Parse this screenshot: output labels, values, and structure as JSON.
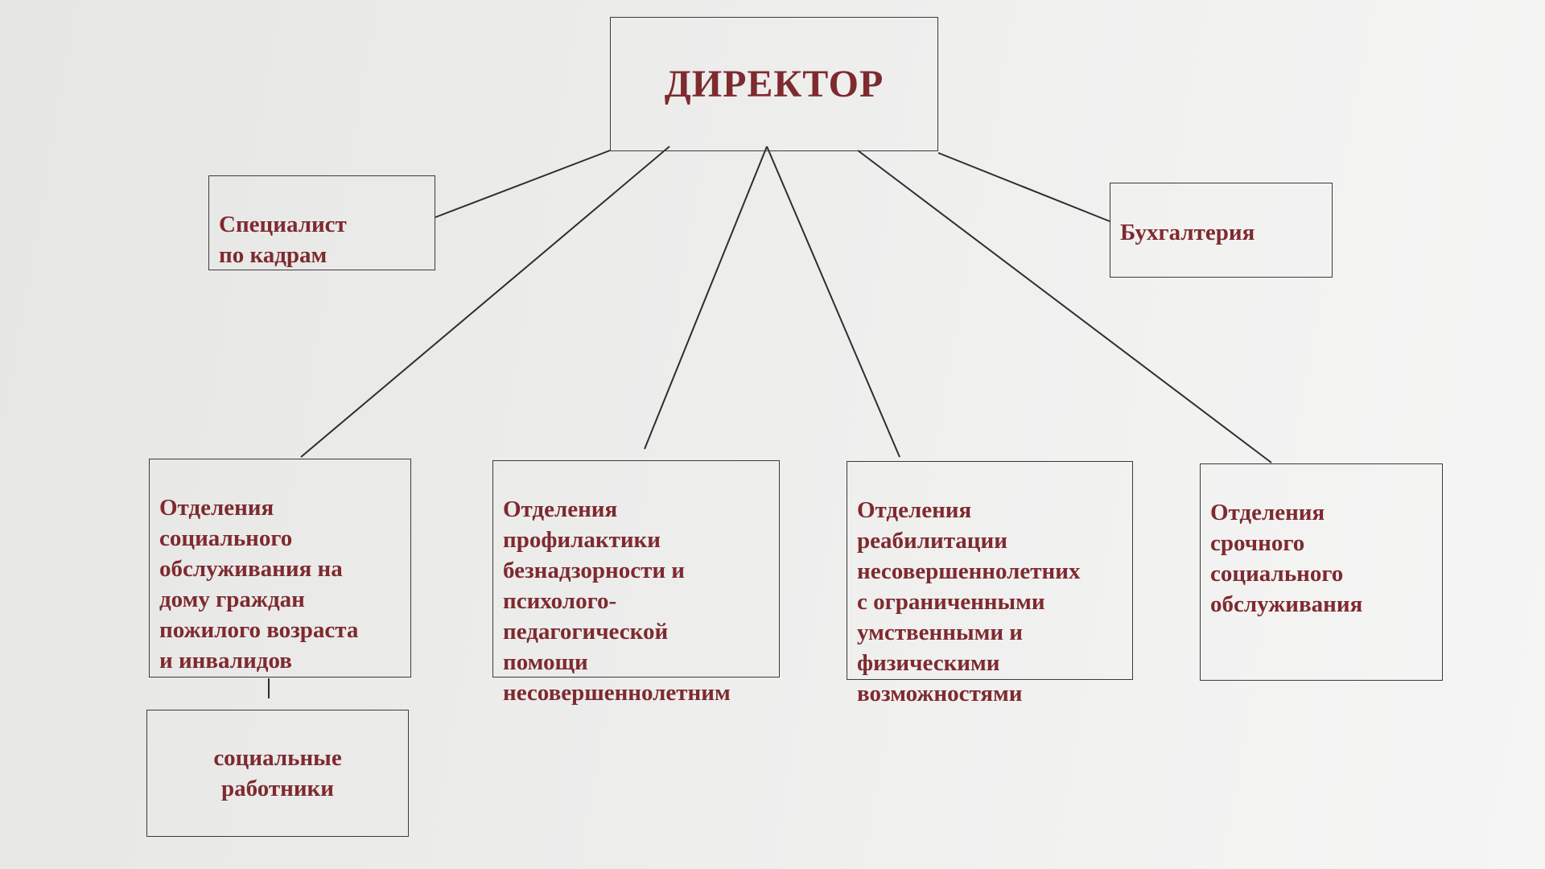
{
  "diagram": {
    "director": "ДИРЕКТОР",
    "hr_specialist": "Специалист\nпо кадрам",
    "accounting": "Бухгалтерия",
    "departments": [
      {
        "label": "Отделения\nсоциального\nобслуживания  на\nдому граждан\nпожилого возраста\nи инвалидов"
      },
      {
        "label": " Отделения\nпрофилактики\nбезнадзорности и\nпсихолого-\nпедагогической\nпомощи\nнесовершеннолетним"
      },
      {
        "label": "Отделения\nреабилитации\nнесовершеннолетних\nс ограниченными\nумственными и\nфизическими\nвозможностями"
      },
      {
        "label": " Отделения\nсрочного\nсоциального\nобслуживания"
      }
    ],
    "social_workers": "социальные\nработники"
  }
}
